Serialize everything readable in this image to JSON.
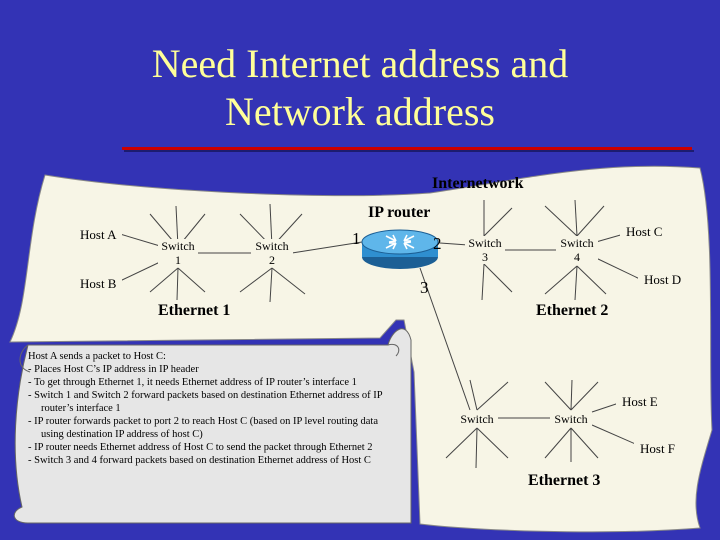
{
  "slide": {
    "title_line1": "Need Internet address and",
    "title_line2": "Network address"
  },
  "diagram": {
    "internetwork_label": "Internetwork",
    "router_label": "IP router",
    "ports": {
      "p1": "1",
      "p2": "2",
      "p3": "3"
    },
    "hosts": {
      "a": "Host A",
      "b": "Host B",
      "c": "Host C",
      "d": "Host D",
      "e": "Host E",
      "f": "Host F"
    },
    "switches": {
      "s1_line1": "Switch",
      "s1_line2": "1",
      "s2_line1": "Switch",
      "s2_line2": "2",
      "s3_line1": "Switch",
      "s3_line2": "3",
      "s4_line1": "Switch",
      "s4_line2": "4",
      "s5": "Switch",
      "s6": "Switch"
    },
    "networks": {
      "eth1": "Ethernet 1",
      "eth2": "Ethernet 2",
      "eth3": "Ethernet 3"
    }
  },
  "note": {
    "intro": "Host A sends a packet to Host C:",
    "items": [
      "Places Host C’s IP address in IP header",
      "To get through Ethernet 1, it needs Ethernet address of IP router’s interface 1",
      "Switch 1 and Switch 2 forward packets based on destination Ethernet address of IP router’s interface 1",
      "IP router forwards packet to port 2 to reach Host C (based on IP level routing data using destination IP address of host C)",
      "IP router needs Ethernet address of Host C to send the packet through Ethernet 2",
      "Switch 3 and 4 forward packets based on destination Ethernet address of Host C"
    ]
  },
  "colors": {
    "background": "#3333b5",
    "title": "#ffff99",
    "rule": "#cc0000",
    "cloud": "#f7f5e6",
    "router": "#2f8fd0"
  }
}
